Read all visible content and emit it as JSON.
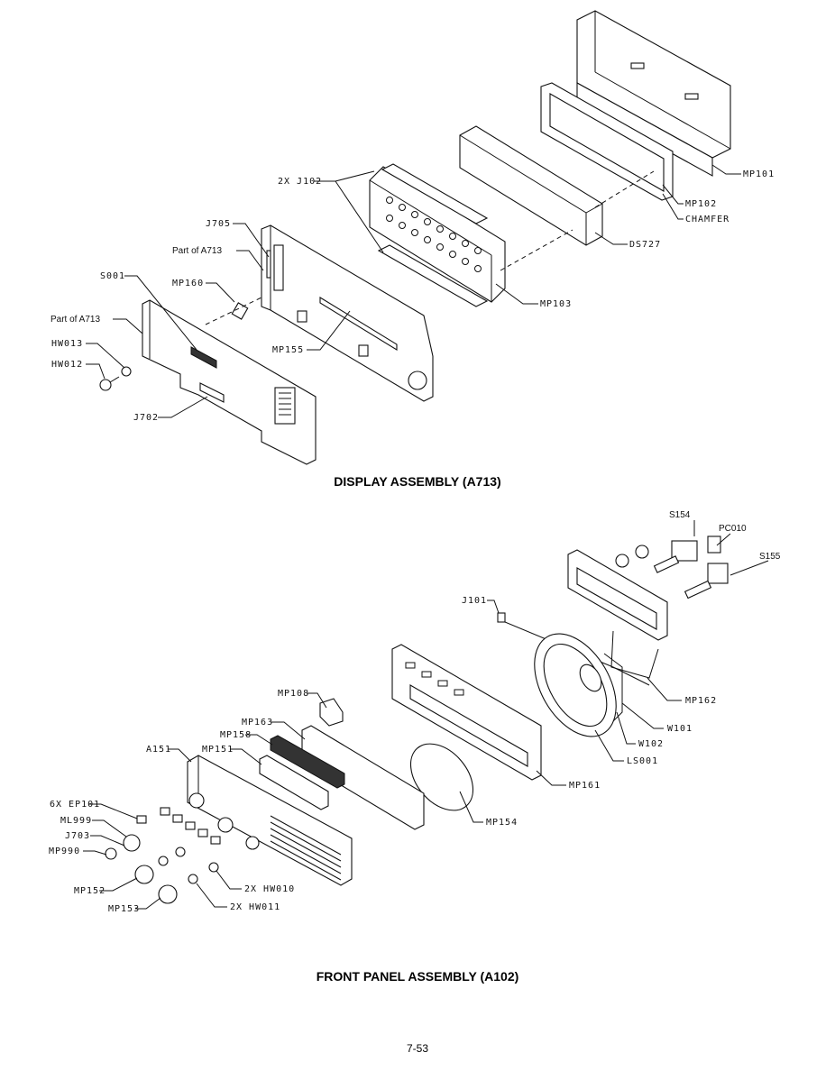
{
  "display_assembly": {
    "title": "DISPLAY ASSEMBLY (A713)",
    "labels": {
      "mp101": "MP101",
      "mp102": "MP102",
      "chamfer": "CHAMFER",
      "ds727": "DS727",
      "mp103": "MP103",
      "j102": "2X J102",
      "j705": "J705",
      "part_a713_upper": "Part of A713",
      "s001": "S001",
      "mp160": "MP160",
      "part_a713_lower": "Part of A713",
      "hw013": "HW013",
      "hw012": "HW012",
      "mp155": "MP155",
      "j702": "J702"
    }
  },
  "front_panel_assembly": {
    "title": "FRONT PANEL ASSEMBLY (A102)",
    "labels": {
      "s154": "S154",
      "pc010": "PC010",
      "s155": "S155",
      "j101": "J101",
      "mp108": "MP108",
      "mp162": "MP162",
      "w101": "W101",
      "mp163": "MP163",
      "mp158": "MP158",
      "w102": "W102",
      "a151": "A151",
      "mp151": "MP151",
      "ls001": "LS001",
      "mp161": "MP161",
      "ep101": "6X EP101",
      "ml999": "ML999",
      "mp154": "MP154",
      "j703": "J703",
      "mp990": "MP990",
      "hw010": "2X HW010",
      "mp152": "MP152",
      "hw011": "2X HW011",
      "mp153": "MP153"
    }
  },
  "page_number": "7-53"
}
